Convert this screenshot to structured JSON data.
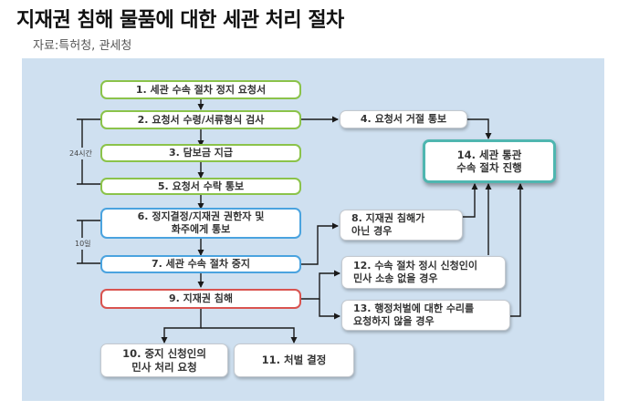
{
  "header": {
    "title": "지재권 침해 물품에 대한 세관 처리 절차",
    "source": "자료:특허청, 관세청"
  },
  "flow": {
    "step1": "1. 세관 수속 절차 정지 요청서",
    "step2": "2. 요청서 수령/서류형식 검사",
    "step3": "3. 담보금 지급",
    "step4": "4. 요청서 거절 통보",
    "step5": "5. 요청서 수락 통보",
    "step6": "6. 정지결정/지재권 권한자 및\n화주에게 통보",
    "step7": "7. 세관 수속 절차 중지",
    "step8": "8. 지재권 침해가\n아닌 경우",
    "step9": "9. 지재권 침해",
    "step10": "10. 중지 신청인의\n민사 처리 요청",
    "step11": "11. 처벌 결정",
    "step12": "12. 수속 절차 정시 신청인이\n민사 소송 없을 경우",
    "step13": "13. 행정처벌에 대한 수리를\n요청하지 않을 경우",
    "step14": "14. 세관 통관\n수속 절차 진행"
  },
  "durations": {
    "h24": "24시간",
    "d10": "10일"
  },
  "colors": {
    "panel": "#cfe0f0",
    "green": "#8bc34a",
    "blue": "#4aa3df",
    "red": "#d9534f",
    "teal": "#4fb6b0",
    "arrow": "#1a1a1a"
  }
}
